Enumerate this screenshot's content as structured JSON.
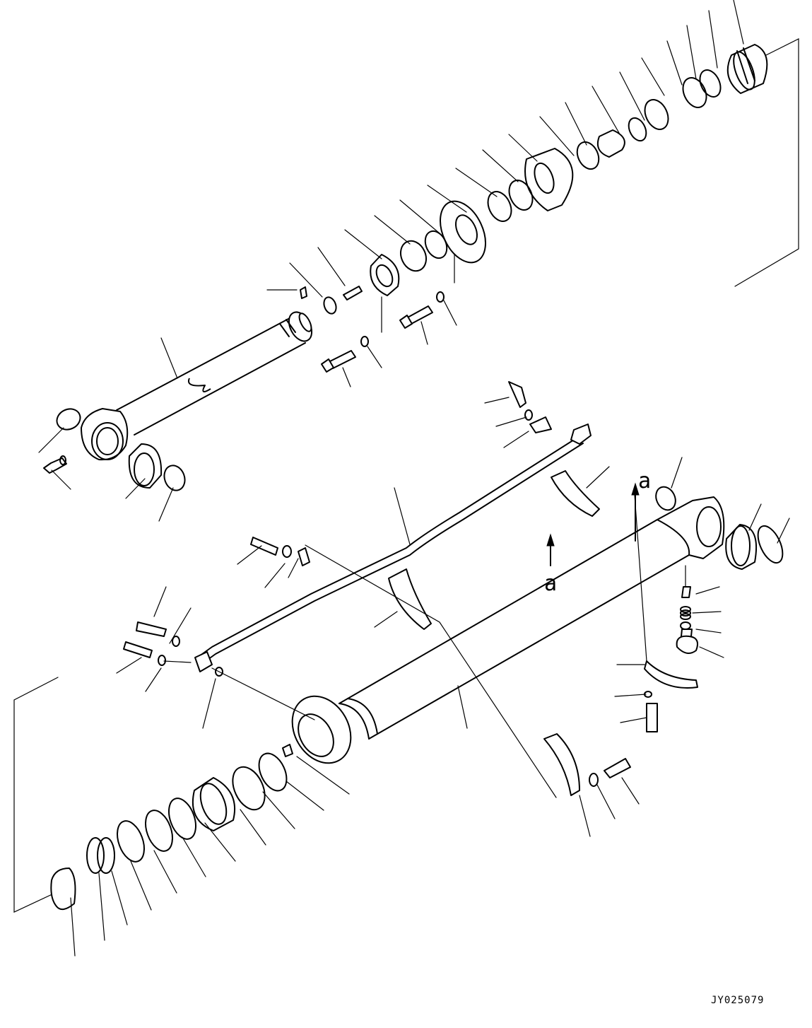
{
  "drawing": {
    "code": "JY025079",
    "view_labels": [
      "a",
      "a"
    ],
    "line_color": "#000000",
    "background": "#ffffff",
    "components": [
      "piston-rod",
      "rod-end-eye",
      "grease-fitting",
      "rod-bushing",
      "snap-ring",
      "cylinder-head",
      "piston",
      "piston-nut",
      "piston-ring",
      "wear-ring",
      "cylinder-tube",
      "tube-bottom-eye",
      "bottom-bushing",
      "hydraulic-pipe",
      "pipe-clamp",
      "mounting-bolt",
      "washer",
      "check-valve-plug",
      "spring",
      "o-ring"
    ]
  }
}
